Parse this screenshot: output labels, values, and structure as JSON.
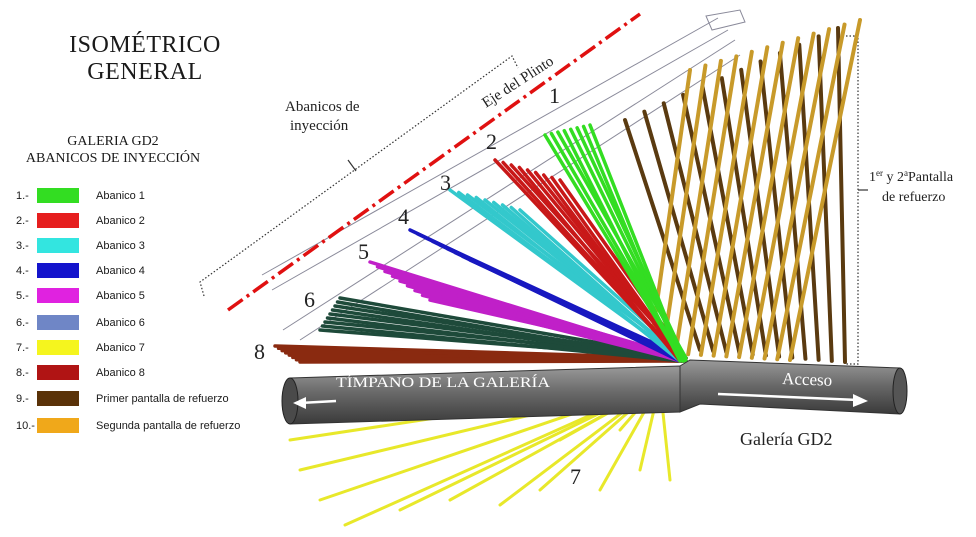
{
  "title": {
    "line1": "ISOMÉTRICO",
    "line2": "GENERAL"
  },
  "legend": {
    "title_line1": "GALERIA GD2",
    "title_line2": "ABANICOS DE INYECCIÓN",
    "items": [
      {
        "num": "1.-",
        "label": "Abanico 1",
        "color": "#33dd22"
      },
      {
        "num": "2.-",
        "label": "Abanico 2",
        "color": "#e61e1e"
      },
      {
        "num": "3.-",
        "label": "Abanico 3",
        "color": "#33e5e0"
      },
      {
        "num": "4.-",
        "label": "Abanico 4",
        "color": "#1414cc"
      },
      {
        "num": "5.-",
        "label": "Abanico 5",
        "color": "#e022e0"
      },
      {
        "num": "6.-",
        "label": "Abanico 6",
        "color": "#6f86c6"
      },
      {
        "num": "7.-",
        "label": "Abanico 7",
        "color": "#f5f51e"
      },
      {
        "num": "8.-",
        "label": "Abanico 8",
        "color": "#b01414"
      },
      {
        "num": "9.-",
        "label": "Primer pantalla de refuerzo",
        "color": "#5a3208"
      },
      {
        "num": "10.-",
        "label": "Segunda pantalla de refuerzo",
        "color": "#f0a81a"
      }
    ]
  },
  "annotations": {
    "abanicos_line1": "Abanicos de",
    "abanicos_line2": "inyección",
    "eje": "Eje del Plinto",
    "pantalla_line1_sup": "er",
    "pantalla_line1_pre": "1",
    "pantalla_line1_mid": " y 2",
    "pantalla_line1_sup2": "a",
    "pantalla_line1_post": "Pantalla",
    "pantalla_line2": "de refuerzo",
    "timpano": "TÍMPANO DE LA GALERÍA",
    "acceso": "Acceso",
    "galeria": "Galería GD2"
  },
  "fan_numbers": [
    "1",
    "2",
    "3",
    "4",
    "5",
    "6",
    "8",
    "7"
  ],
  "colors": {
    "fan1": "#33dd22",
    "fan2": "#c81818",
    "fan3": "#33c8cc",
    "fan4": "#1818c0",
    "fan5": "#c020c8",
    "fan6": "#1e4a3a",
    "fan7": "#e8e82a",
    "fan8": "#8a2a10",
    "screen1": "#5a3a10",
    "screen2": "#c89a2a",
    "tunnel": "#555555",
    "axis": "#e01010"
  }
}
